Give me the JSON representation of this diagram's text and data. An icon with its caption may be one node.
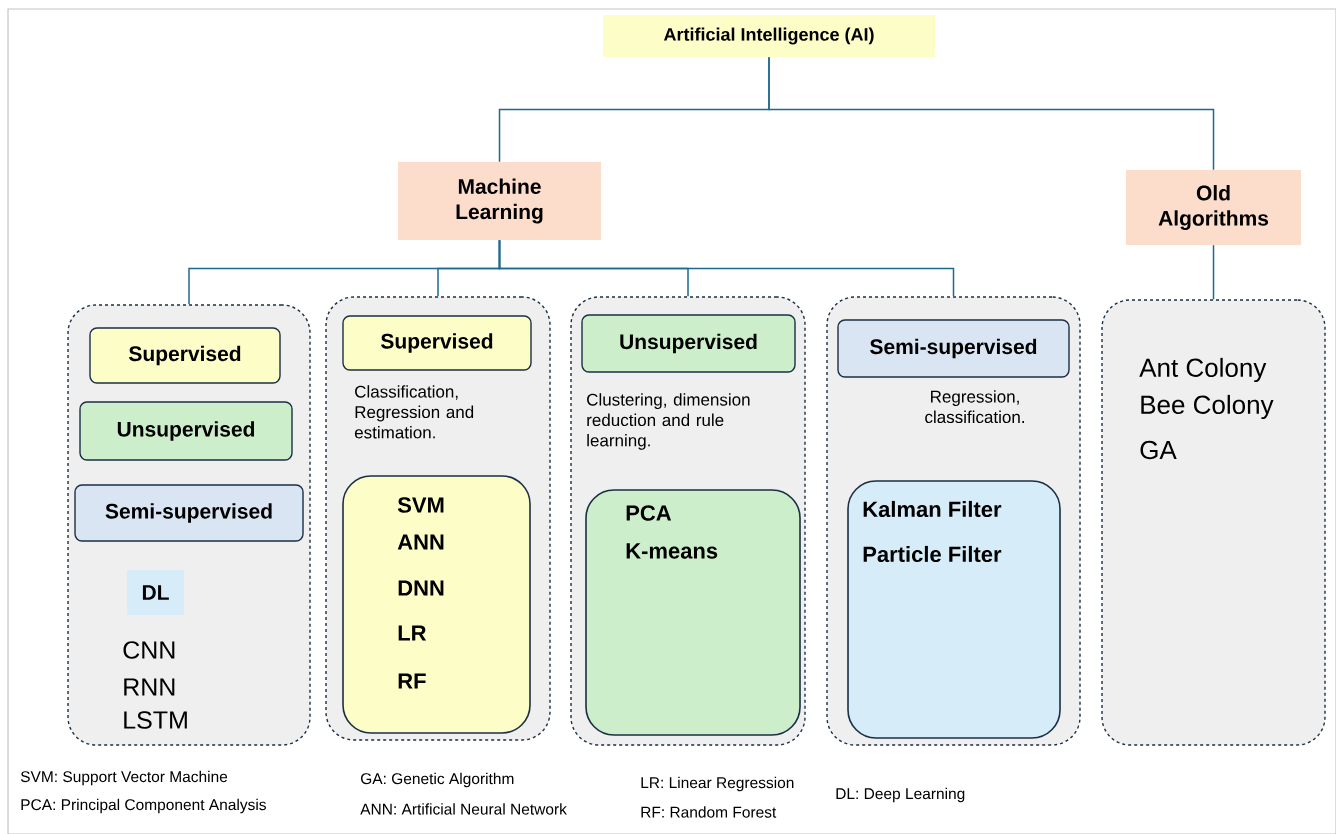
{
  "diagram": {
    "nodes": [
      {
        "text": [
          "Artificial Intelligence (AI)"
        ]
      },
      {
        "text": [
          "Machine Learning"
        ]
      },
      {
        "text": [
          "Old Algorithms"
        ]
      },
      {
        "text": [
          "CNN",
          "RNN",
          "LSTM"
        ]
      },
      {
        "text": [
          "Supervised"
        ],
        "in": 3
      },
      {
        "text": [
          "Unsupervised"
        ],
        "in": 3
      },
      {
        "text": [
          "Semi-supervised"
        ],
        "in": 3
      },
      {
        "text": [
          "DL"
        ],
        "in": 3
      },
      {
        "text": [
          "Classification, Regression and estimation."
        ]
      },
      {
        "text": [
          "Supervised"
        ],
        "in": 8
      },
      {
        "text": [
          "SVM",
          "ANN",
          "DNN",
          "LR",
          "RF"
        ],
        "in": 8
      },
      {
        "text": [
          "Clustering, dimension reduction and rule learning."
        ]
      },
      {
        "text": [
          "Unsupervised"
        ],
        "in": 11
      },
      {
        "text": [
          "PCA",
          "K-means"
        ],
        "in": 11
      },
      {
        "text": [
          "Regression, classification."
        ]
      },
      {
        "text": [
          "Semi-supervised"
        ],
        "in": 14
      },
      {
        "text": [
          "Kalman Filter",
          "Particle Filter"
        ],
        "in": 14
      },
      {
        "text": [
          "Ant Colony",
          "Bee Colony",
          "GA"
        ]
      }
    ],
    "edges": [
      {
        "from": 0,
        "to": 1,
        "arrow": "none"
      },
      {
        "from": 0,
        "to": 2,
        "arrow": "none"
      },
      {
        "from": 1,
        "to": 3,
        "arrow": "none"
      },
      {
        "from": 1,
        "to": 8,
        "arrow": "none"
      },
      {
        "from": 1,
        "to": 11,
        "arrow": "none"
      },
      {
        "from": 1,
        "to": 14,
        "arrow": "none"
      },
      {
        "from": 2,
        "to": 17,
        "arrow": "none"
      }
    ],
    "labels": [
      "SVM: Support Vector Machine",
      "PCA: Principal Component Analysis",
      "GA: Genetic Algorithm",
      "ANN: Artificial Neural Network",
      "LR: Linear Regression",
      "RF: Random Forest",
      "DL: Deep Learning"
    ]
  }
}
